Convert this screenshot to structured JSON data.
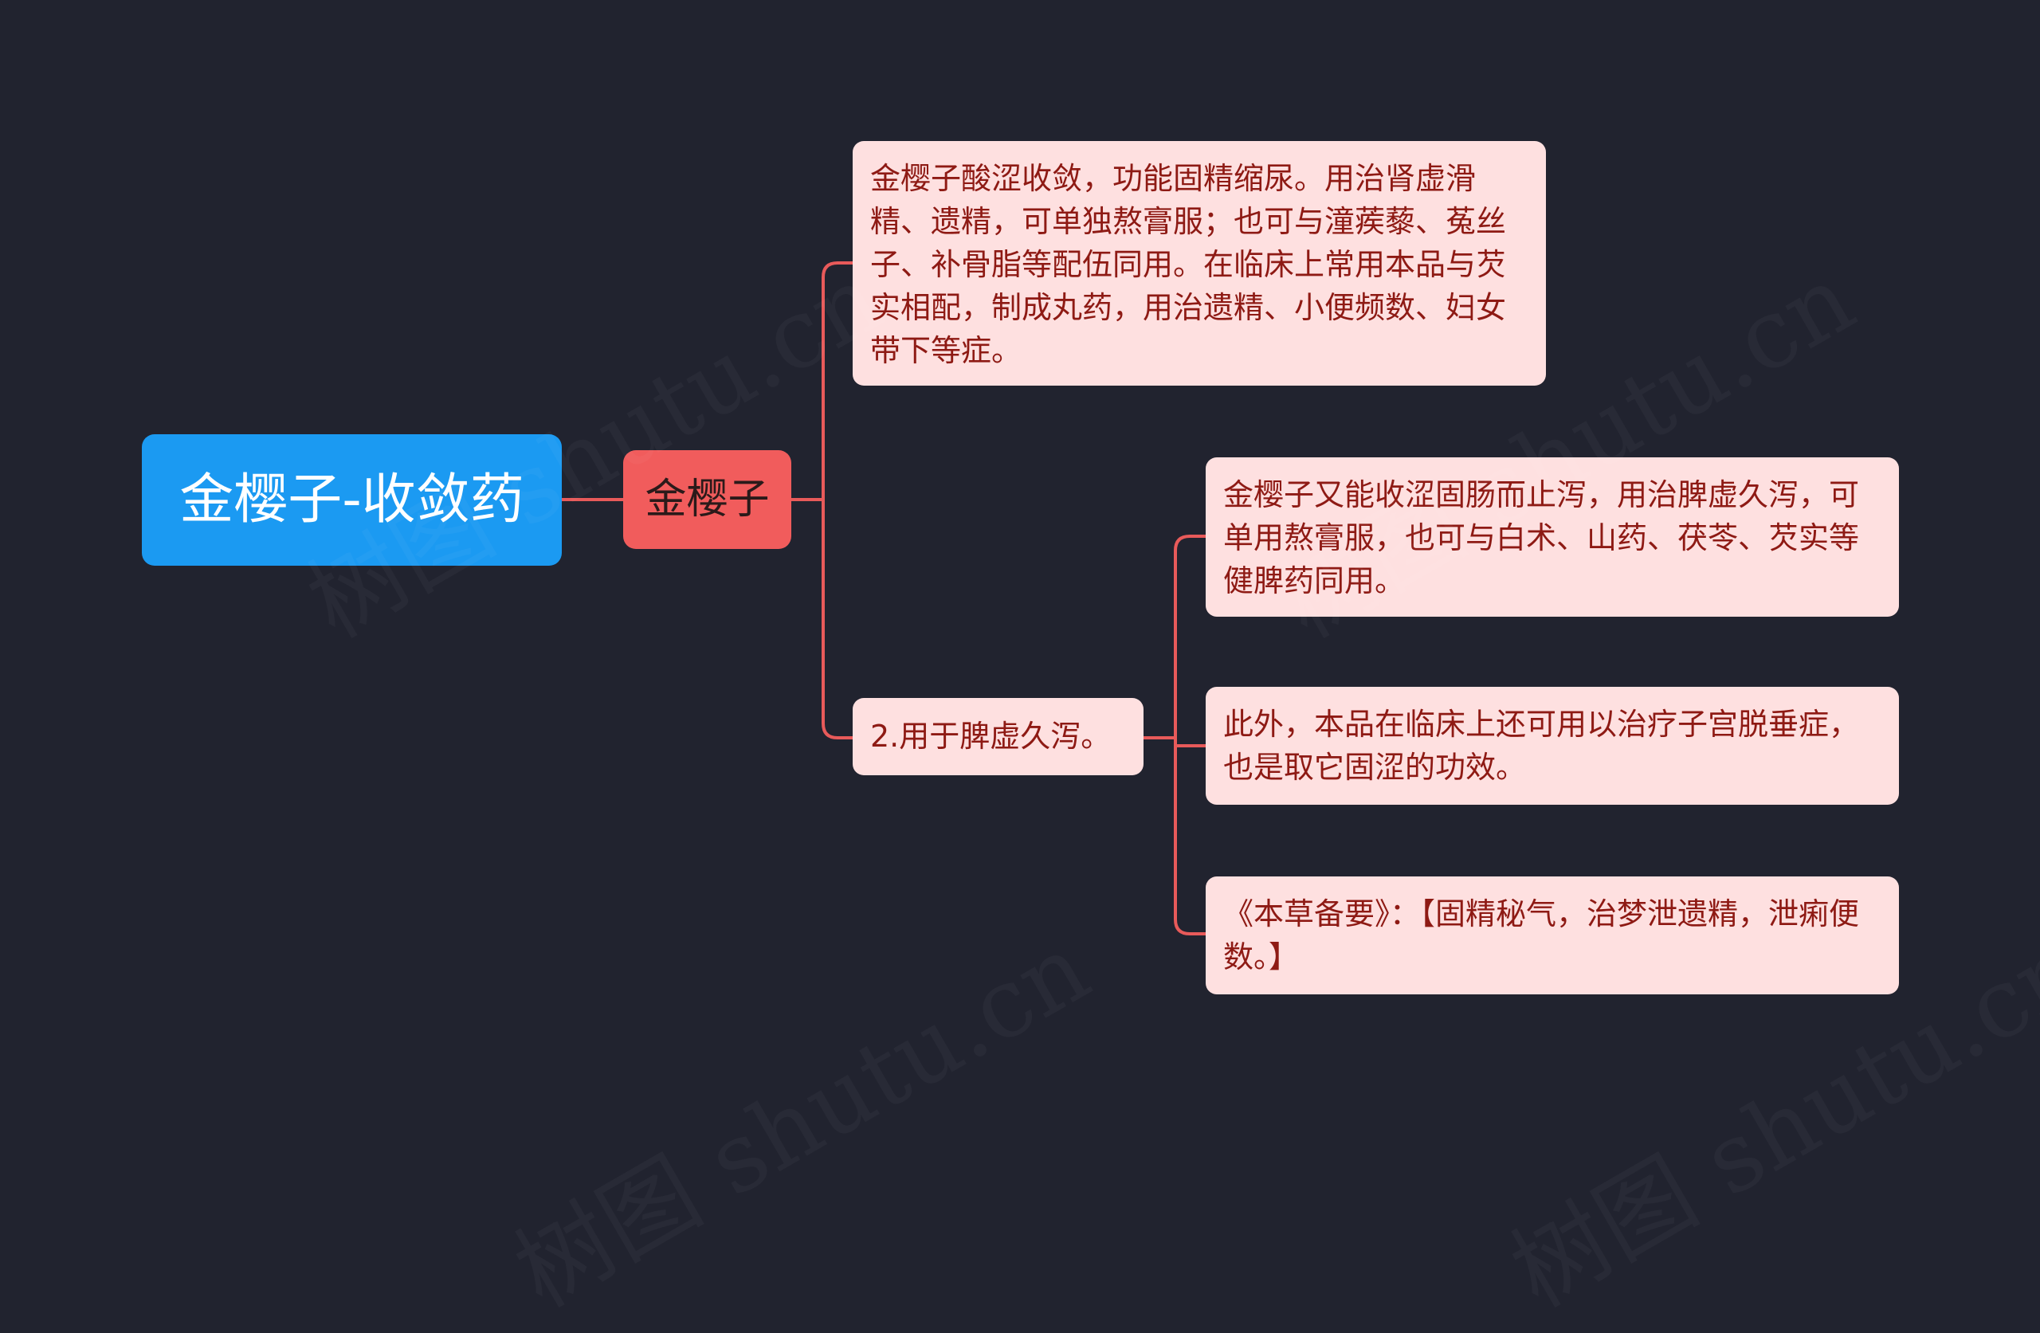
{
  "root": {
    "label": "金樱子-收敛药"
  },
  "branch": {
    "label": "金樱子",
    "children": [
      {
        "text": "金樱子酸涩收敛，功能固精缩尿。用治肾虚滑精、遗精，可单独熬膏服；也可与潼蒺藜、菟丝子、补骨脂等配伍同用。在临床上常用本品与芡实相配，制成丸药，用治遗精、小便频数、妇女带下等症。"
      },
      {
        "label": "2.用于脾虚久泻。",
        "children": [
          {
            "text": "金樱子又能收涩固肠而止泻，用治脾虚久泻，可单用熬膏服，也可与白术、山药、茯苓、芡实等健脾药同用。"
          },
          {
            "text": "此外，本品在临床上还可用以治疗子宫脱垂症，也是取它固涩的功效。"
          },
          {
            "text": "《本草备要》：【固精秘气，治梦泄遗精，泄痢便数。】"
          }
        ]
      }
    ]
  },
  "watermark": {
    "text": "树图 shutu.cn"
  },
  "colors": {
    "background": "#21232f",
    "root": "#1b9af2",
    "branch": "#f15c5c",
    "leaf": "#fee0e0",
    "leaf_text": "#8e1a14",
    "connector": "#e85a5a"
  }
}
